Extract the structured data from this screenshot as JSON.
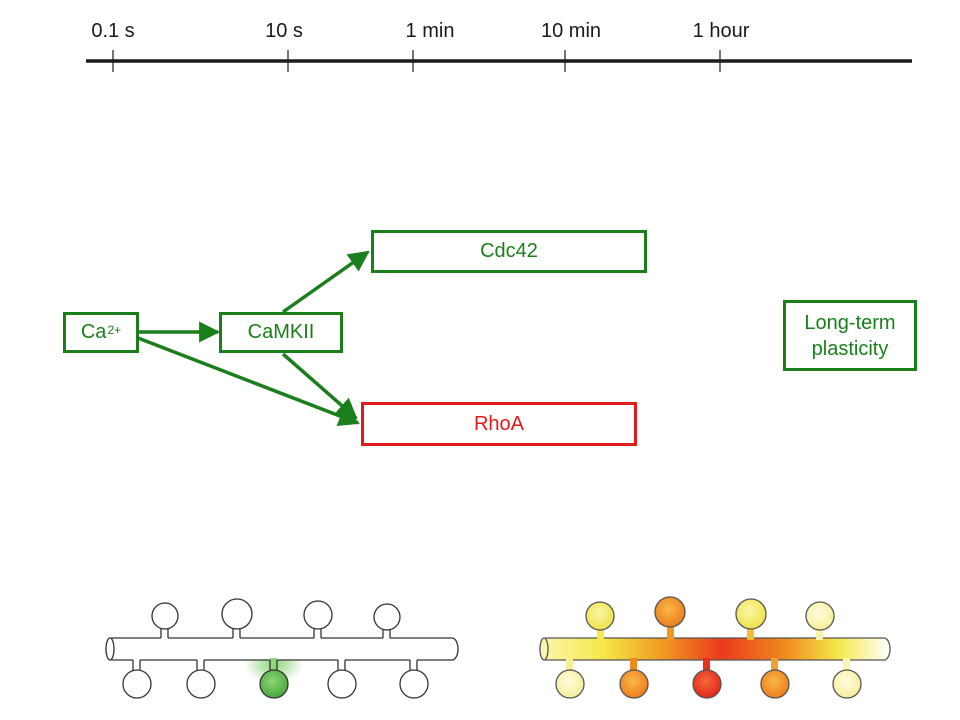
{
  "timeline": {
    "ticks": [
      "0.1 s",
      "10 s",
      "1 min",
      "10 min",
      "1 hour"
    ]
  },
  "nodes": {
    "ca": {
      "base": "Ca",
      "sup": "2+"
    },
    "camkii": {
      "label": "CaMKII"
    },
    "cdc42": {
      "label": "Cdc42"
    },
    "rhoa": {
      "label": "RhoA"
    },
    "ltp": {
      "line1": "Long-term",
      "line2": "plasticity"
    }
  },
  "colors": {
    "green": "#1a7f1a",
    "red": "#e01b1b",
    "spine_active_green": "#5cb85c",
    "gradient_yellow": "#f5e84a",
    "gradient_orange": "#f08a1e",
    "gradient_red": "#e8301c"
  }
}
